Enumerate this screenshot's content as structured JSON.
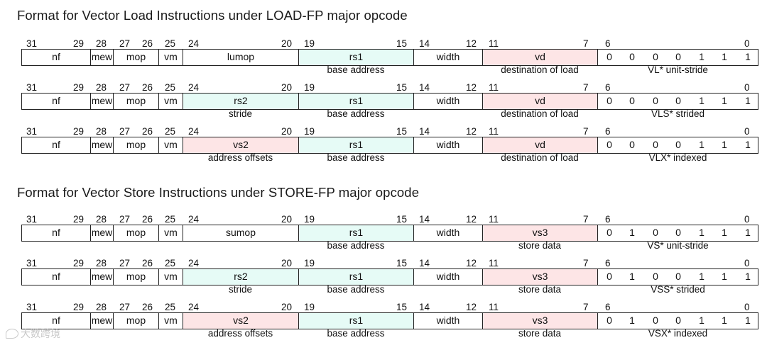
{
  "sections": [
    {
      "title": "Format for Vector Load Instructions under LOAD-FP major opcode",
      "rows": [
        {
          "bits": [
            "31",
            "29",
            "28",
            "27",
            "26",
            "25",
            "24",
            "20",
            "19",
            "15",
            "14",
            "12",
            "11",
            "7",
            "6",
            "0"
          ],
          "fields": [
            "nf",
            "mew",
            "mop",
            "vm",
            "lumop",
            "rs1",
            "width",
            "vd"
          ],
          "opcode": [
            "0",
            "0",
            "0",
            "0",
            "1",
            "1",
            "1"
          ],
          "descs": {
            "f45": "",
            "rs1": "base address",
            "vd": "destination of load",
            "opc": "VL* unit-stride"
          }
        },
        {
          "bits": [
            "31",
            "29",
            "28",
            "27",
            "26",
            "25",
            "24",
            "20",
            "19",
            "15",
            "14",
            "12",
            "11",
            "7",
            "6",
            "0"
          ],
          "fields": [
            "nf",
            "mew",
            "mop",
            "vm",
            "rs2",
            "rs1",
            "width",
            "vd"
          ],
          "opcode": [
            "0",
            "0",
            "0",
            "0",
            "1",
            "1",
            "1"
          ],
          "descs": {
            "f45": "stride",
            "rs1": "base address",
            "vd": "destination of load",
            "opc": "VLS* strided"
          }
        },
        {
          "bits": [
            "31",
            "29",
            "28",
            "27",
            "26",
            "25",
            "24",
            "20",
            "19",
            "15",
            "14",
            "12",
            "11",
            "7",
            "6",
            "0"
          ],
          "fields": [
            "nf",
            "mew",
            "mop",
            "vm",
            "vs2",
            "rs1",
            "width",
            "vd"
          ],
          "opcode": [
            "0",
            "0",
            "0",
            "0",
            "1",
            "1",
            "1"
          ],
          "descs": {
            "f45": "address offsets",
            "rs1": "base address",
            "vd": "destination of load",
            "opc": "VLX* indexed"
          }
        }
      ]
    },
    {
      "title": "Format for Vector Store Instructions under STORE-FP major opcode",
      "rows": [
        {
          "bits": [
            "31",
            "29",
            "28",
            "27",
            "26",
            "25",
            "24",
            "20",
            "19",
            "15",
            "14",
            "12",
            "11",
            "7",
            "6",
            "0"
          ],
          "fields": [
            "nf",
            "mew",
            "mop",
            "vm",
            "sumop",
            "rs1",
            "width",
            "vs3"
          ],
          "opcode": [
            "0",
            "1",
            "0",
            "0",
            "1",
            "1",
            "1"
          ],
          "descs": {
            "f45": "",
            "rs1": "base address",
            "vd": "store data",
            "opc": "VS* unit-stride"
          }
        },
        {
          "bits": [
            "31",
            "29",
            "28",
            "27",
            "26",
            "25",
            "24",
            "20",
            "19",
            "15",
            "14",
            "12",
            "11",
            "7",
            "6",
            "0"
          ],
          "fields": [
            "nf",
            "mew",
            "mop",
            "vm",
            "rs2",
            "rs1",
            "width",
            "vs3"
          ],
          "opcode": [
            "0",
            "1",
            "0",
            "0",
            "1",
            "1",
            "1"
          ],
          "descs": {
            "f45": "stride",
            "rs1": "base address",
            "vd": "store data",
            "opc": "VSS* strided"
          }
        },
        {
          "bits": [
            "31",
            "29",
            "28",
            "27",
            "26",
            "25",
            "24",
            "20",
            "19",
            "15",
            "14",
            "12",
            "11",
            "7",
            "6",
            "0"
          ],
          "fields": [
            "nf",
            "mew",
            "mop",
            "vm",
            "vs2",
            "rs1",
            "width",
            "vs3"
          ],
          "opcode": [
            "0",
            "1",
            "0",
            "0",
            "1",
            "1",
            "1"
          ],
          "descs": {
            "f45": "address offsets",
            "rs1": "base address",
            "vd": "store data",
            "opc": "VSX* indexed"
          }
        }
      ]
    }
  ],
  "colors": {
    "source_field": "#e6fbf6",
    "dest_field": "#fde5e6"
  },
  "watermark": {
    "icon": "chat-bubble-icon",
    "text": "大数跨境"
  }
}
